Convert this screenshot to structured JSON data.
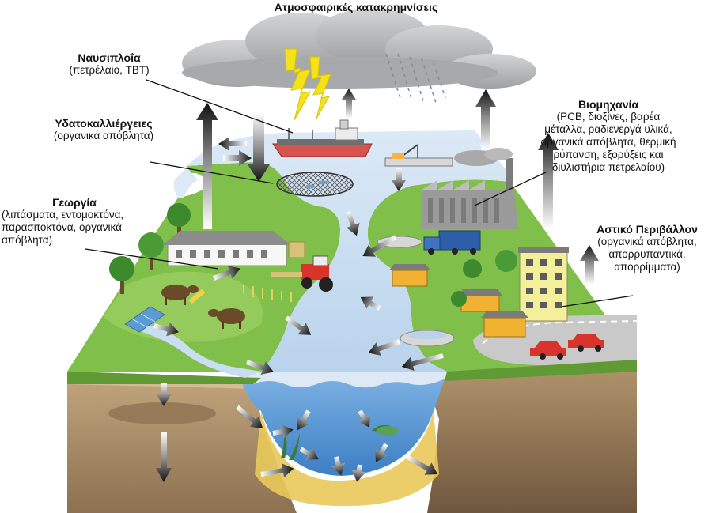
{
  "title": "Ατμοσφαιρικές κατακρημνίσεις",
  "sources": {
    "shipping": {
      "title": "Ναυσιπλοΐα",
      "detail": [
        "(πετρέλαιο, TBT)"
      ]
    },
    "aquaculture": {
      "title": "Υδατοκαλλιέργειες",
      "detail": [
        "(οργανικά απόβλητα)"
      ]
    },
    "agriculture": {
      "title": "Γεωργία",
      "detail": [
        "(λιπάσματα, εντομοκτόνα,",
        "παρασιτοκτόνα, οργανικά",
        "απόβλητα)"
      ]
    },
    "industry": {
      "title": "Βιομηχανία",
      "detail": [
        "(PCB, διοξίνες, βαρέα",
        "μέταλλα, ραδιενεργά υλικά,",
        "οργανικά απόβλητα, θερμική",
        "ρύπανση, εξορύξεις και",
        "διυλιστήρια πετρελαίου)"
      ]
    },
    "urban": {
      "title": "Αστικό Περιβάλλον",
      "detail": [
        "(οργανικά απόβλητα,",
        "απορρυπαντικά,",
        "απορρίμματα)"
      ]
    }
  },
  "colors": {
    "grass": "#7fbf4a",
    "grass_light": "#a4d36b",
    "water": "#c9def0",
    "water_deep": "#4d8fd0",
    "soil": "#b99b72",
    "soil_dark": "#7d6448",
    "cloud": "#b7b8bb",
    "lightning": "#f4e21b",
    "arrow": "#111111"
  },
  "icons": [
    "cloud-icon",
    "lightning-icon",
    "rain-icon",
    "ship-icon",
    "fish-cage-icon",
    "factory-icon",
    "truck-icon",
    "farmhouse-icon",
    "cow-icon",
    "tractor-icon",
    "tree-icon",
    "apartment-building-icon",
    "house-icon",
    "car-icon",
    "treatment-plant-icon",
    "oil-platform-icon",
    "flow-arrow-icon"
  ]
}
